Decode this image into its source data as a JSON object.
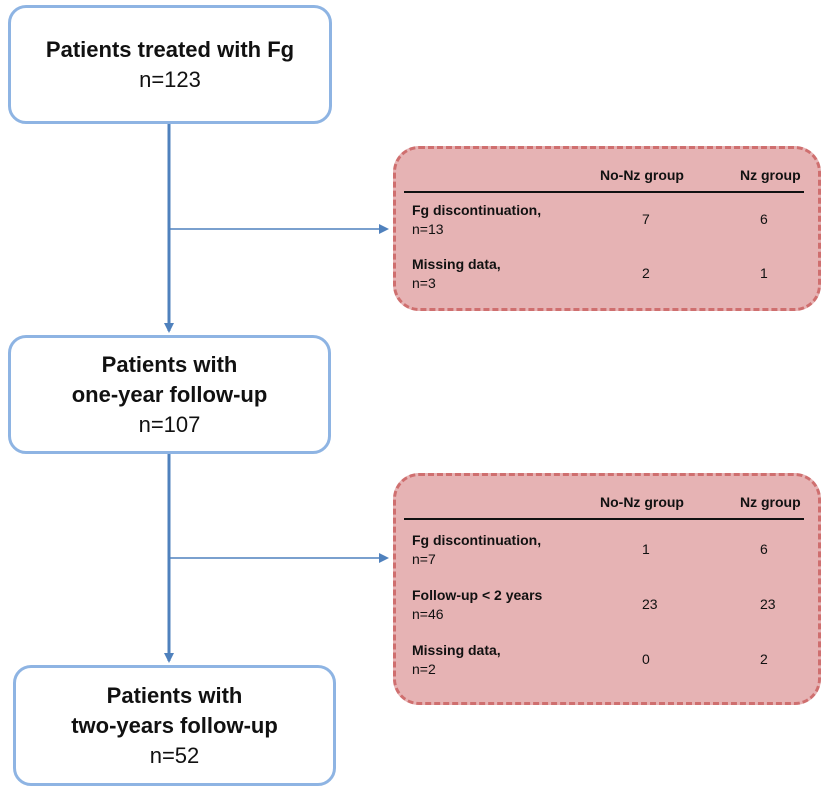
{
  "boxes": [
    {
      "title": "Patients treated with Fg",
      "title2": "",
      "n": "n=123"
    },
    {
      "title": "Patients with",
      "title2": "one-year follow-up",
      "n": "n=107"
    },
    {
      "title": "Patients with",
      "title2": "two-years follow-up",
      "n": "n=52"
    }
  ],
  "panel1": {
    "col1": "No-Nz group",
    "col2": "Nz group",
    "rows": [
      {
        "label": "Fg  discontinuation,",
        "n": "n=13",
        "v1": "7",
        "v2": "6"
      },
      {
        "label": "Missing data,",
        "n": "n=3",
        "v1": "2",
        "v2": "1"
      }
    ]
  },
  "panel2": {
    "col1": "No-Nz group",
    "col2": "Nz group",
    "rows": [
      {
        "label": "Fg  discontinuation,",
        "n": "n=7",
        "v1": "1",
        "v2": "6"
      },
      {
        "label": "Follow-up < 2 years",
        "n": "n=46",
        "v1": "23",
        "v2": "23"
      },
      {
        "label": "Missing data,",
        "n": "n=2",
        "v1": "0",
        "v2": "2"
      }
    ]
  },
  "colors": {
    "box_border": "#8eb4e3",
    "arrow": "#4f81bd",
    "panel_fill": "#e6b3b4",
    "panel_border": "#cf6f6f"
  }
}
